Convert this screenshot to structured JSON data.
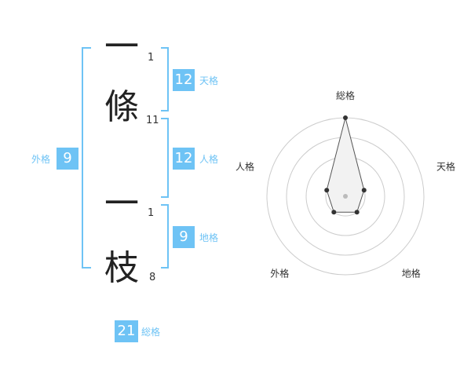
{
  "name": {
    "characters": [
      {
        "char": "一",
        "strokes": "1"
      },
      {
        "char": "條",
        "strokes": "11"
      },
      {
        "char": "一",
        "strokes": "1"
      },
      {
        "char": "枝",
        "strokes": "8"
      }
    ]
  },
  "fortune": {
    "tenkaku": {
      "label": "天格",
      "value": "12"
    },
    "jinkaku": {
      "label": "人格",
      "value": "12"
    },
    "chikaku": {
      "label": "地格",
      "value": "9"
    },
    "gaikaku": {
      "label": "外格",
      "value": "9"
    },
    "soukaku": {
      "label": "総格",
      "value": "21"
    }
  },
  "chart_data": {
    "type": "radar",
    "axes": [
      "総格",
      "天格",
      "地格",
      "外格",
      "人格"
    ],
    "rings": 4,
    "range": [
      0,
      4
    ],
    "values": [
      4,
      1,
      1,
      1,
      1
    ],
    "colors": {
      "ring": "#cccccc",
      "fill": "#f2f2f2",
      "line": "#555555",
      "point": "#333333",
      "center": "#bbbbbb"
    }
  }
}
